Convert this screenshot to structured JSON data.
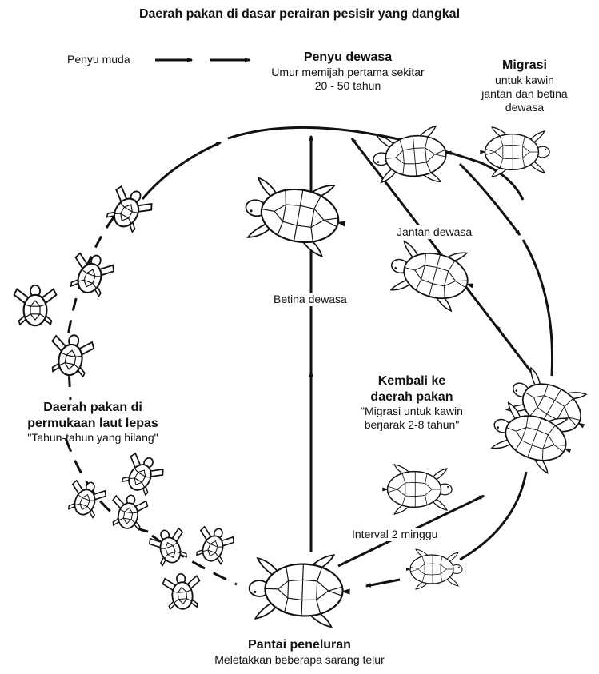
{
  "title": "Daerah pakan di dasar perairan pesisir yang dangkal",
  "juvenile": {
    "label": "Penyu muda"
  },
  "adult": {
    "heading": "Penyu dewasa",
    "line1": "Umur memijah pertama sekitar",
    "line2": "20 - 50 tahun"
  },
  "migration": {
    "heading": "Migrasi",
    "line1": "untuk kawin",
    "line2": "jantan dan betina",
    "line3": "dewasa"
  },
  "male_label": "Jantan dewasa",
  "female_label": "Betina dewasa",
  "return": {
    "heading1": "Kembali ke",
    "heading2": "daerah pakan",
    "line1": "\"Migrasi untuk kawin",
    "line2": "berjarak 2-8 tahun\""
  },
  "oceanic": {
    "heading1": "Daerah pakan di",
    "heading2": "permukaan laut lepas",
    "subtitle": "\"Tahun-tahun yang hilang\""
  },
  "interval_label": "Interval 2 minggu",
  "nesting": {
    "heading": "Pantai peneluran",
    "subtitle": "Meletakkan beberapa sarang telur"
  },
  "icons": [
    "turtle-icon",
    "hatchling-icon",
    "arrow-icon"
  ]
}
